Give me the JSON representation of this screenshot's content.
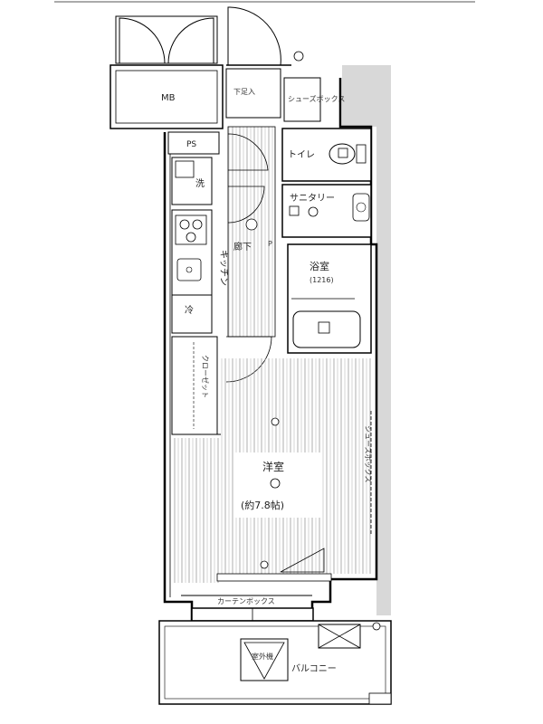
{
  "rooms": {
    "mb": "MB",
    "ps": "PS",
    "shoebox": "下足入",
    "shoes_closet": "シューズボックス",
    "toilet": "トイレ",
    "sanitary": "サニタリー",
    "washer": "洗",
    "hallway": "廊下",
    "kitchen": "キッチン",
    "fridge": "冷",
    "bath": "浴室",
    "bath_size": "(1216)",
    "closet": "クローゼット",
    "western": "洋室",
    "western_size": "(約7.8帖)",
    "curtain_box": "カーテンボックス",
    "balcony": "バルコニー",
    "outdoor_unit": "室外機",
    "bay_note": "シューズボックス"
  },
  "marks": {
    "ref": "P"
  }
}
